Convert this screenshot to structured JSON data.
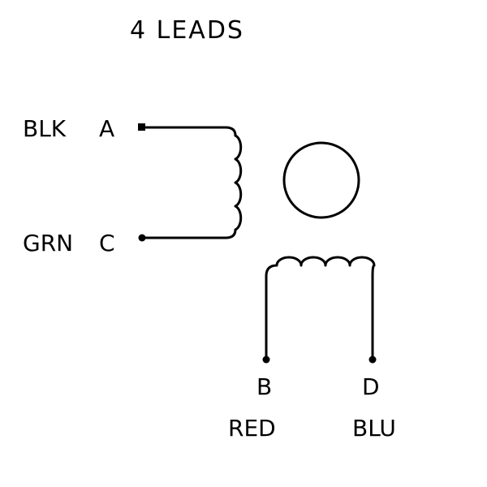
{
  "diagram": {
    "title": "4 LEADS",
    "leads": {
      "a": {
        "color": "BLK",
        "terminal": "A"
      },
      "c": {
        "color": "GRN",
        "terminal": "C"
      },
      "b": {
        "color": "RED",
        "terminal": "B"
      },
      "d": {
        "color": "BLU",
        "terminal": "D"
      }
    }
  }
}
